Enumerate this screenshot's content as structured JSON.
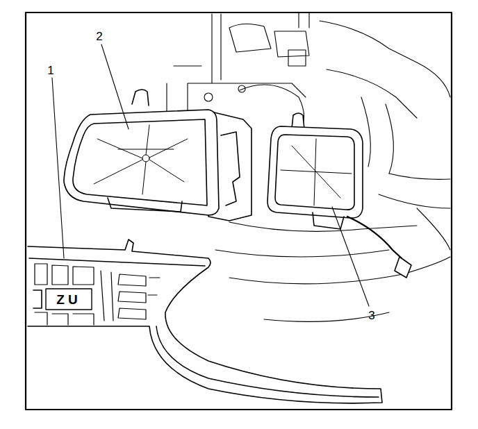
{
  "diagram": {
    "labels": [
      "1",
      "2",
      "3",
      "ZU"
    ]
  }
}
